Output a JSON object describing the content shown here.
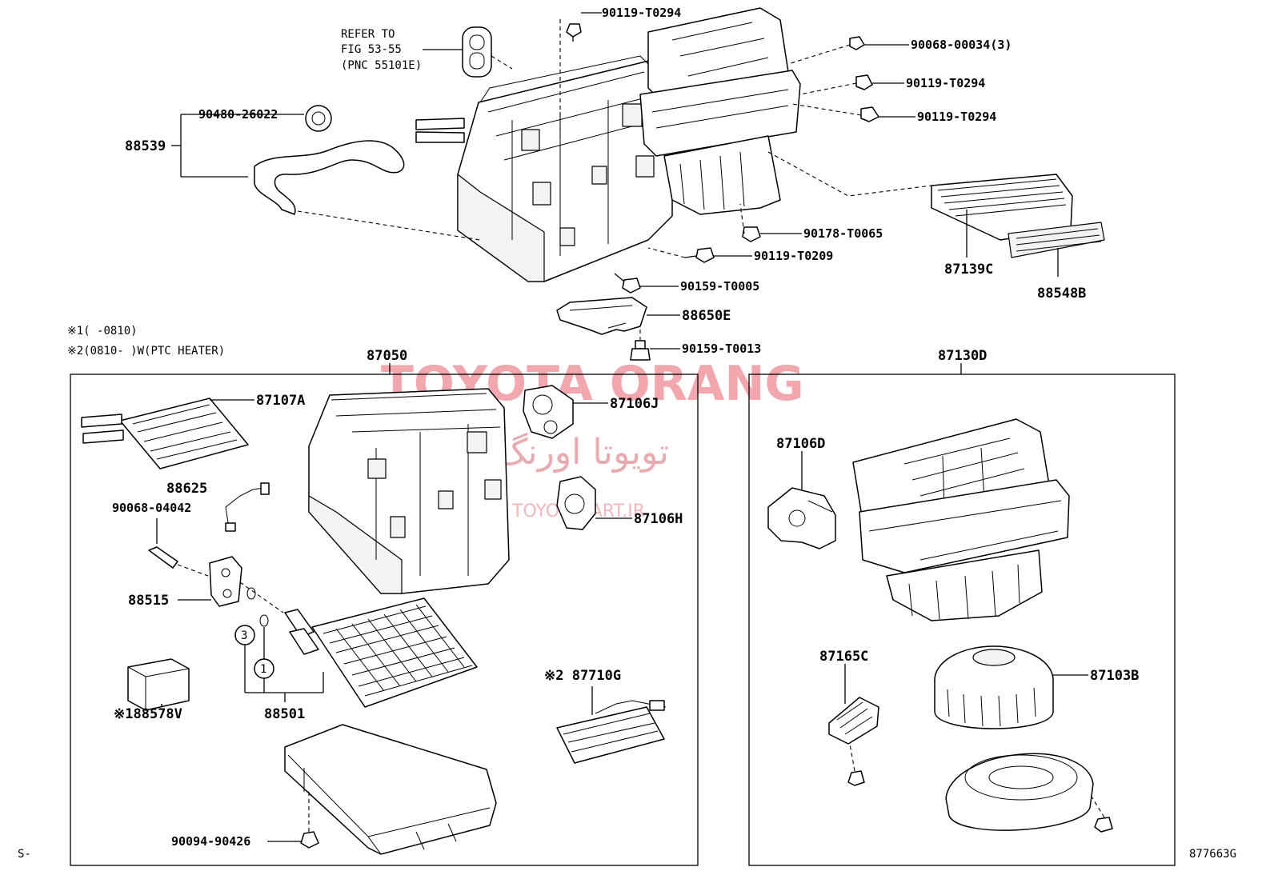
{
  "diagram": {
    "figure_code": "877663G",
    "footer_left": "S-",
    "refer_note": [
      "REFER TO",
      "FIG 53-55",
      "(PNC 55101E)"
    ],
    "footnotes": [
      "※1(      -0810)",
      "※2(0810-      )W(PTC HEATER)"
    ],
    "groups": {
      "left_box": "87050",
      "right_box": "87130D"
    },
    "parts": {
      "p90119_top": "90119-T0294",
      "p90068_00034": "90068-00034(3)",
      "p90119_a": "90119-T0294",
      "p90119_b": "90119-T0294",
      "p90480": "90480-26022",
      "p88539": "88539",
      "p90178": "90178-T0065",
      "p90119_t0209": "90119-T0209",
      "p90159_t0005": "90159-T0005",
      "p88650e": "88650E",
      "p90159_t0013": "90159-T0013",
      "p87139c": "87139C",
      "p88548b": "88548B",
      "p87107a": "87107A",
      "p87106j": "87106J",
      "p88625": "88625",
      "p90068_04042": "90068-04042",
      "p87106h": "87106H",
      "p88515": "88515",
      "p88578v": "※188578V",
      "p88501": "88501",
      "p87710g": "※2 87710G",
      "p90094": "90094-90426",
      "p87106d": "87106D",
      "p87165c": "87165C",
      "p87103b": "87103B"
    },
    "callouts": {
      "one": "1",
      "three": "3"
    }
  },
  "watermark": {
    "brand": "TOYOTA ORANG",
    "persian": "تویوتا اورنگ",
    "url": "TOYOTAPART.IR"
  }
}
